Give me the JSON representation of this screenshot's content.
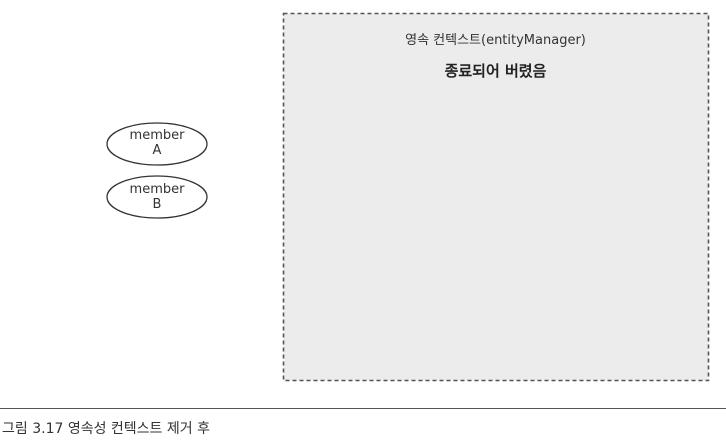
{
  "persistence_context": {
    "title": "영속 컨텍스트(entityManager)",
    "status": "종료되어 버렸음"
  },
  "entities": [
    {
      "line1": "member",
      "line2": "A"
    },
    {
      "line1": "member",
      "line2": "B"
    }
  ],
  "caption": "그림 3.17 영속성 컨텍스트 제거 후"
}
